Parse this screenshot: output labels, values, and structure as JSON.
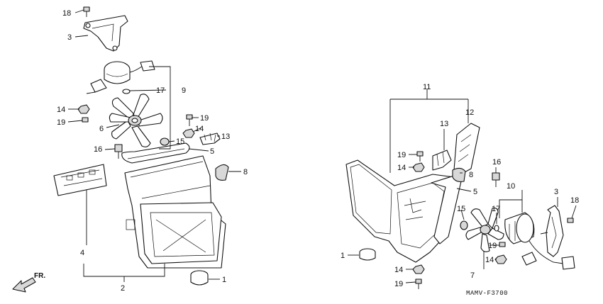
{
  "diagram": {
    "direction_label": "FR.",
    "drawing_code": "MAMV-F3700",
    "left_assembly": {
      "labels": [
        "18",
        "3",
        "17",
        "9",
        "14",
        "19",
        "6",
        "19",
        "14",
        "13",
        "15",
        "16",
        "5",
        "8",
        "4",
        "2",
        "1"
      ]
    },
    "right_assembly": {
      "labels": [
        "11",
        "12",
        "13",
        "19",
        "14",
        "8",
        "16",
        "5",
        "10",
        "3",
        "18",
        "15",
        "17",
        "19",
        "14",
        "1",
        "7",
        "14",
        "19"
      ]
    }
  }
}
